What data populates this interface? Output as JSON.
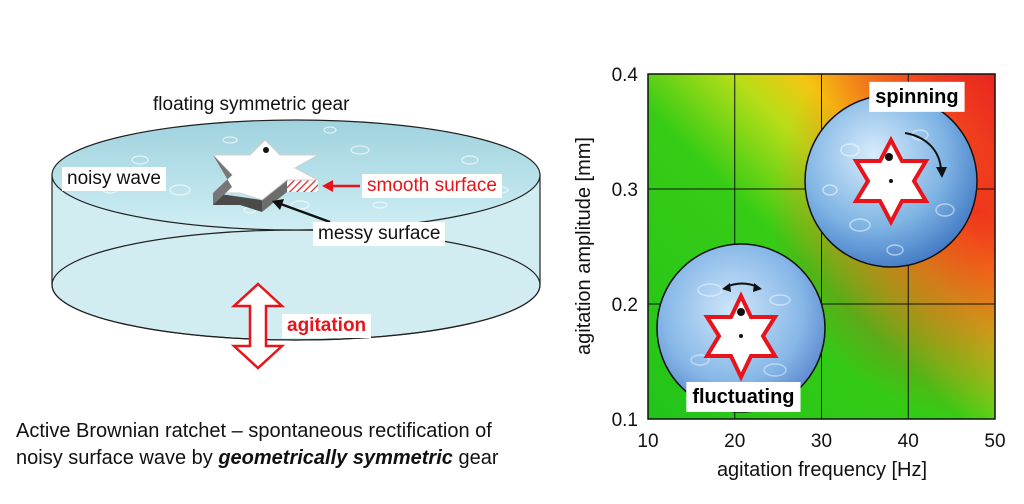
{
  "diagram": {
    "title": "floating symmetric gear",
    "noisy_wave": "noisy wave",
    "smooth_surface": "smooth surface",
    "messy_surface": "messy surface",
    "agitation": "agitation"
  },
  "caption": {
    "line1": "Active Brownian ratchet – spontaneous rectification of",
    "line2_prefix": "noisy surface wave by ",
    "line2_emph": "geometrically symmetric",
    "line2_suffix": " gear"
  },
  "chart_data": {
    "type": "heatmap",
    "xlabel": "agitation frequency [Hz]",
    "ylabel": "agitation amplitude [mm]",
    "xlim": [
      10,
      50
    ],
    "ylim": [
      0.1,
      0.4
    ],
    "x_ticks": [
      "10",
      "20",
      "30",
      "40",
      "50"
    ],
    "y_ticks": [
      "0.1",
      "0.2",
      "0.3",
      "0.4"
    ],
    "grid": true,
    "annotations": [
      {
        "text": "spinning",
        "x": 41,
        "y": 0.381
      },
      {
        "text": "fluctuating",
        "x": 21,
        "y": 0.12
      }
    ]
  },
  "colors": {
    "red_accent": "#e8141b",
    "water": "#bfe3ea",
    "low": "#27c41a",
    "high": "#f04a1e"
  }
}
